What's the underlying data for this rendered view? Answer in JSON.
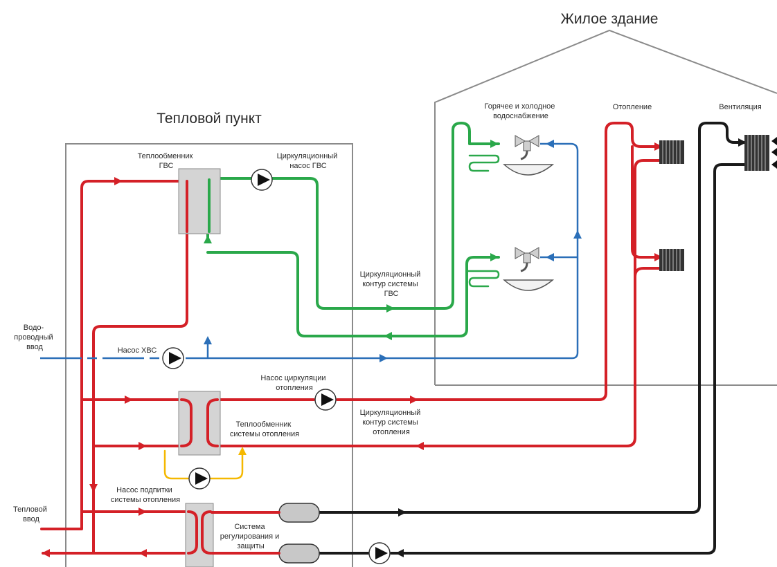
{
  "labels": {
    "building": "Жилое здание",
    "substation": "Тепловой пункт",
    "dhw_exchanger": [
      "Теплообменник",
      "ГВС"
    ],
    "dhw_pump": [
      "Циркуляционный",
      "насос ГВС"
    ],
    "hot_cold_supply": [
      "Горячее и холодное",
      "водоснабжение"
    ],
    "heating": "Отопление",
    "ventilation": "Вентиляция",
    "dhw_loop": [
      "Циркуляционный",
      "контур системы",
      "ГВС"
    ],
    "water_inlet": [
      "Водо-",
      "проводный",
      "ввод"
    ],
    "cold_pump": "Насос ХВС",
    "heating_pump": [
      "Насос циркуляции",
      "отопления"
    ],
    "heating_exchanger": [
      "Теплообменник",
      "системы отопления"
    ],
    "heating_loop": [
      "Циркуляционный",
      "контур системы",
      "отопления"
    ],
    "makeup_pump": [
      "Насос подпитки",
      "системы отопления"
    ],
    "heat_inlet": [
      "Тепловой",
      "ввод"
    ],
    "control_system": [
      "Система",
      "регулирования и",
      "защиты"
    ]
  },
  "colors": {
    "hot": "#d42027",
    "circulation": "#2aa84a",
    "cold": "#2b6fb8",
    "makeup": "#f5b800",
    "ventilation": "#1a1a1a",
    "outline": "#8a8a8a",
    "exchanger_fill": "#d4d4d4"
  }
}
